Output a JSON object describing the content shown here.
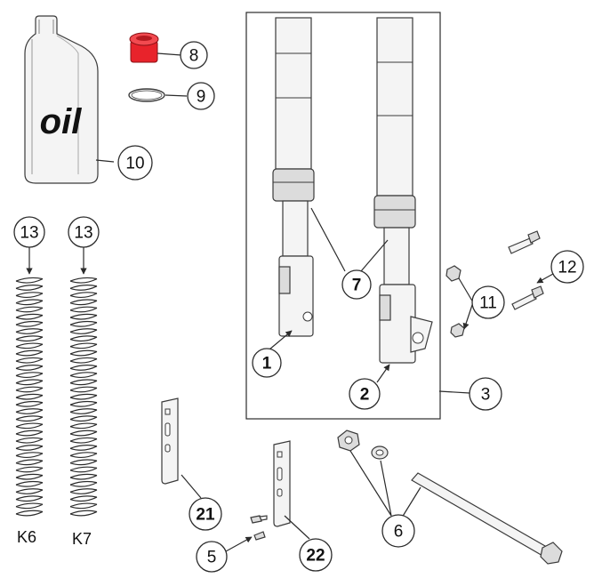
{
  "oil_bottle": {
    "label": "oil"
  },
  "callouts": {
    "c1": "1",
    "c2": "2",
    "c3": "3",
    "c5": "5",
    "c6": "6",
    "c7": "7",
    "c8": "8",
    "c9": "9",
    "c10": "10",
    "c11": "11",
    "c12": "12",
    "c13a": "13",
    "c13b": "13",
    "c21": "21",
    "c22": "22"
  },
  "spring_labels": {
    "k6": "K6",
    "k7": "K7"
  },
  "colors": {
    "cap_red": "#e8232b",
    "line": "#2b2b2b"
  }
}
